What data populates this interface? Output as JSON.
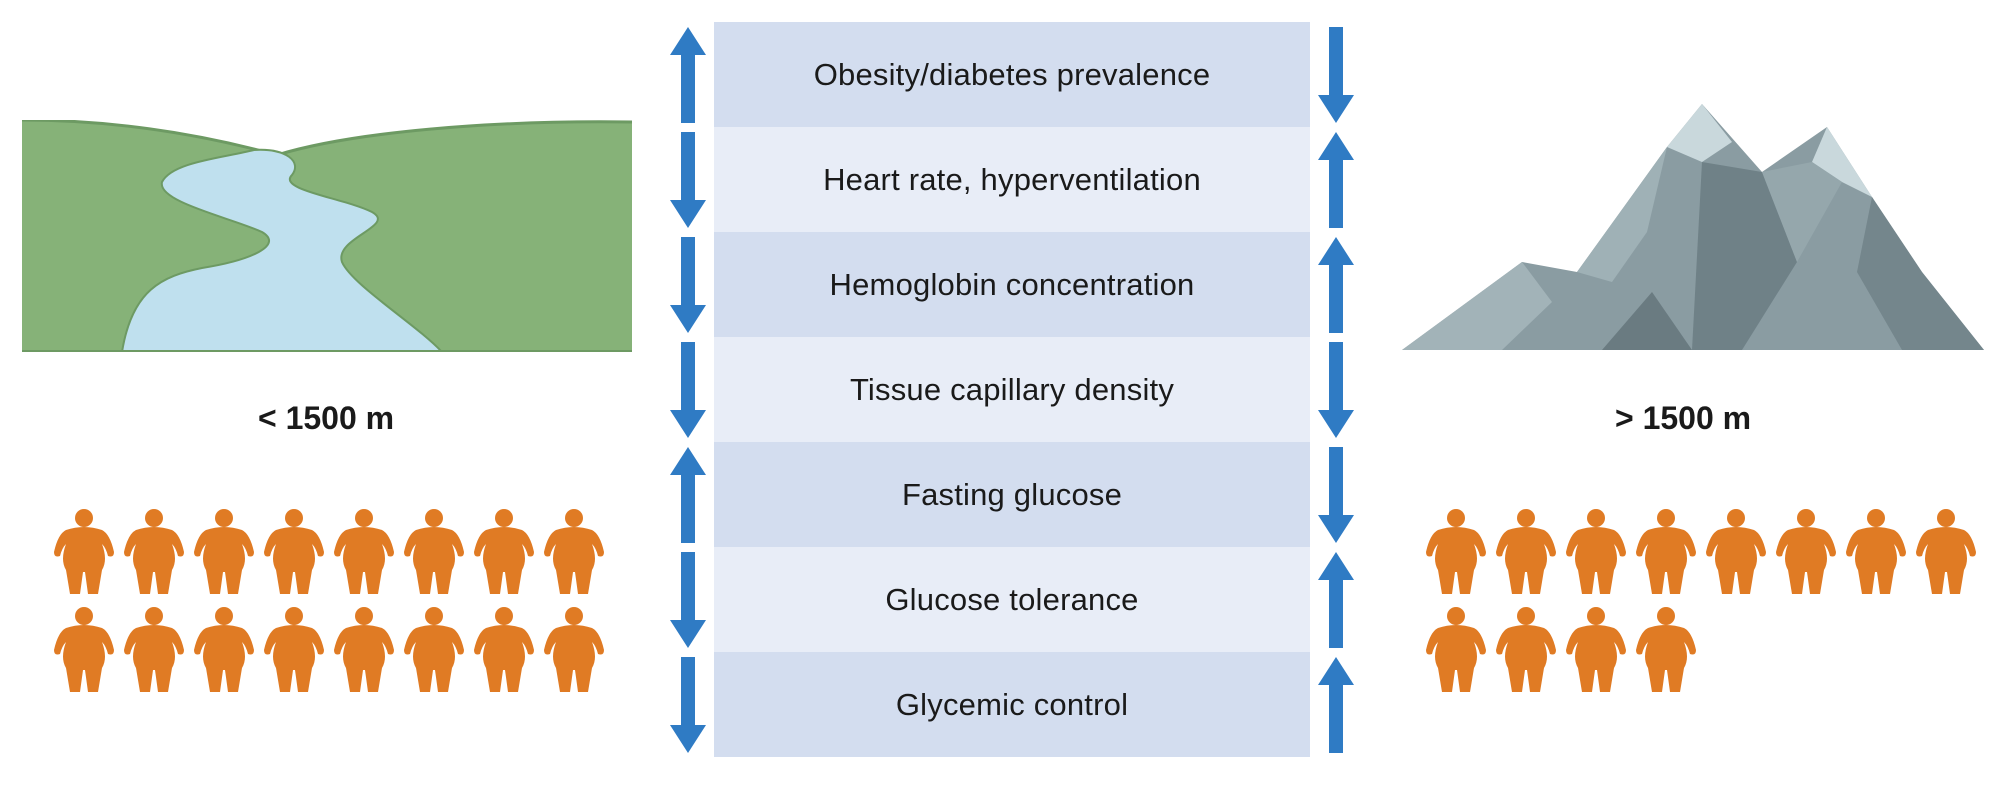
{
  "factors": [
    {
      "label": "Obesity/diabetes prevalence",
      "low": "up",
      "high": "down"
    },
    {
      "label": "Heart rate, hyperventilation",
      "low": "down",
      "high": "up"
    },
    {
      "label": "Hemoglobin concentration",
      "low": "down",
      "high": "up"
    },
    {
      "label": "Tissue capillary density",
      "low": "down",
      "high": "down"
    },
    {
      "label": "Fasting glucose",
      "low": "up",
      "high": "down"
    },
    {
      "label": "Glucose tolerance",
      "low": "down",
      "high": "up"
    },
    {
      "label": "Glycemic control",
      "low": "down",
      "high": "up"
    }
  ],
  "low_altitude": {
    "label": "< 1500 m",
    "people_count": 16
  },
  "high_altitude": {
    "label": "> 1500 m",
    "people_count": 12
  },
  "colors": {
    "row_dark": "#d3ddef",
    "row_light": "#e8edf7",
    "arrow": "#2f7bc4",
    "person": "#e07b24",
    "grass": "#86b278",
    "river": "#bfe0ee",
    "rock": "#7d8f95"
  }
}
